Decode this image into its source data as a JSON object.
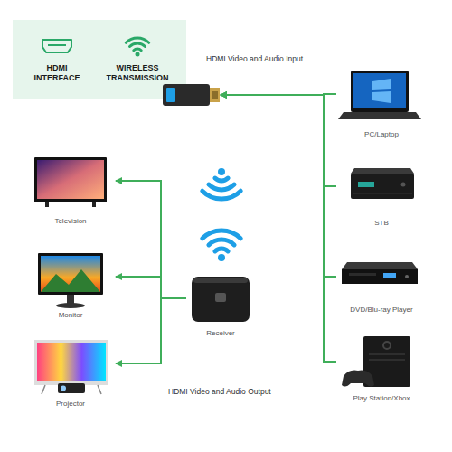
{
  "diagram": {
    "nodes": [
      {
        "text": [
          "HDMI Video and Audio Input"
        ]
      },
      {
        "text": [
          "PC/Laptop"
        ]
      },
      {
        "text": [
          "STB"
        ]
      },
      {
        "text": [
          "DVD/Blu-ray Player"
        ]
      },
      {
        "text": [
          "Play Station/Xbox"
        ]
      },
      {
        "text": [
          "Television"
        ]
      },
      {
        "text": [
          "Monitor"
        ]
      },
      {
        "text": [
          "Projector"
        ]
      },
      {
        "text": [
          "Receiver"
        ]
      }
    ],
    "edges": [
      {
        "from": 1,
        "to": 0,
        "arrow": "to"
      },
      {
        "from": 2,
        "to": 0,
        "arrow": "to"
      },
      {
        "from": 3,
        "to": 0,
        "arrow": "to"
      },
      {
        "from": 4,
        "to": 0,
        "arrow": "to"
      },
      {
        "from": 8,
        "to": 5,
        "arrow": "to"
      },
      {
        "from": 8,
        "to": 6,
        "arrow": "to"
      },
      {
        "from": 8,
        "to": 7,
        "arrow": "to"
      }
    ],
    "labels": [
      "HDMI INTERFACE",
      "WIRELESS TRANSMISSION",
      "HDMI Video and Audio Output"
    ]
  }
}
